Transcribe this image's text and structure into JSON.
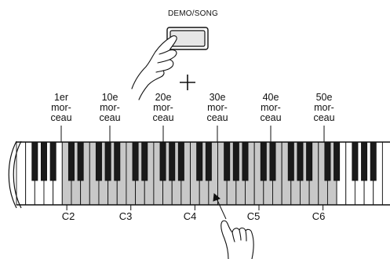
{
  "demo_button": {
    "label": "DEMO/SONG"
  },
  "plus_sign": "+",
  "song_labels": [
    "1er\nmor-\nceau",
    "10e\nmor-\nceau",
    "20e\nmor-\nceau",
    "30e\nmor-\nceau",
    "40e\nmor-\nceau",
    "50e\nmor-\nceau"
  ],
  "note_labels": [
    "C2",
    "C3",
    "C4",
    "C5",
    "C6"
  ],
  "colors": {
    "outline": "#111111",
    "highlight": "#c8c8c8",
    "black_key": "#1a1a1a",
    "white_key": "#ffffff",
    "button_fill": "#e6e6e6"
  }
}
